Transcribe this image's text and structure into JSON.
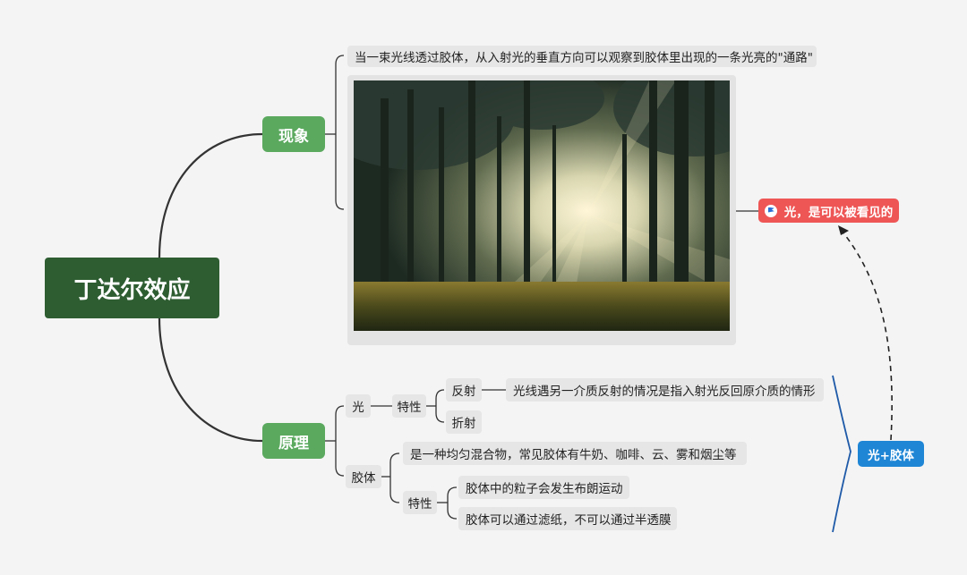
{
  "root": {
    "label": "丁达尔效应"
  },
  "phenomenon": {
    "label": "现象",
    "description": "当一束光线透过胶体，从入射光的垂直方向可以观察到胶体里出现的一条光亮的\"通路\"",
    "image": "forest-sunbeams-photo"
  },
  "principle": {
    "label": "原理",
    "light": {
      "label": "光",
      "property_label": "特性",
      "reflection": {
        "label": "反射",
        "description": "光线遇另一介质反射的情况是指入射光反回原介质的情形"
      },
      "refraction": {
        "label": "折射"
      }
    },
    "colloid": {
      "label": "胶体",
      "definition": "是一种均匀混合物，常见胶体有牛奶、咖啡、云、雾和烟尘等",
      "property_label": "特性",
      "properties": [
        "胶体中的粒子会发生布朗运动",
        "胶体可以通过滤纸，不可以通过半透膜"
      ]
    }
  },
  "callouts": {
    "conclusion": "光，是可以被看见的",
    "summary": "光+胶体"
  },
  "colors": {
    "root": "#2e5d32",
    "branch": "#5aa95f",
    "pill": "#e6e6e6",
    "conclusion": "#ee5555",
    "summary": "#1f86d6",
    "brace": "#1e5aa8"
  }
}
